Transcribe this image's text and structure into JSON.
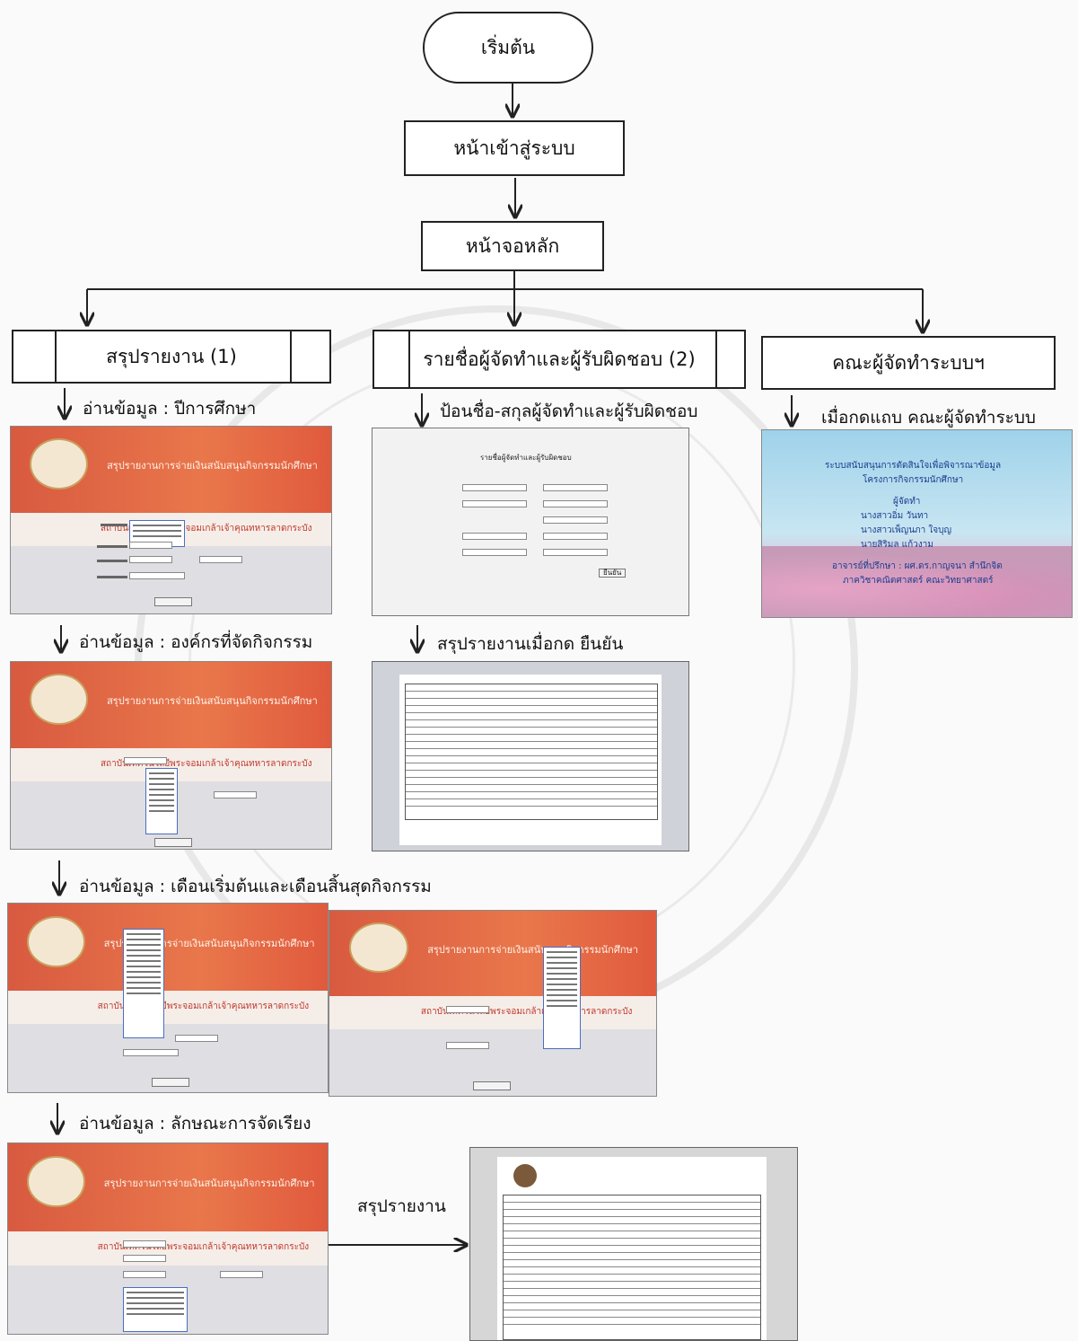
{
  "flow": {
    "start": "เริ่มต้น",
    "login": "หน้าเข้าสู่ระบบ",
    "main": "หน้าจอหลัก",
    "report": "สรุปรายงาน (1)",
    "responsible": "รายชื่อผู้จัดทำและผู้รับผิดชอบ (2)",
    "team": "คณะผู้จัดทำระบบฯ"
  },
  "captions": {
    "read_year": "อ่านข้อมูล : ปีการศึกษา",
    "input_names": "ป้อนชื่อ-สกุลผู้จัดทำและผู้รับผิดชอบ",
    "team_tab": "เมื่อกดแถบ คณะผู้จัดทำระบบ",
    "read_org": "อ่านข้อมูล : องค์กรที่จัดกิจกรรม",
    "confirm_report": "สรุปรายงานเมื่อกด ยืนยัน",
    "read_month": "อ่านข้อมูล : เดือนเริ่มต้นและเดือนสิ้นสุดกิจกรรม",
    "read_type": "อ่านข้อมูล : ลักษณะการจัดเรียง",
    "summary": "สรุปรายงาน"
  },
  "screens": {
    "header_title": "สรุปรายงานการจ่ายเงินสนับสนุนกิจกรรมนักศึกษา",
    "institute": "สถาบันเทคโนโลยีพระจอมเกล้าเจ้าคุณทหารลาดกระบัง",
    "form_title": "รายชื่อผู้จัดทำและผู้รับผิดชอบ",
    "form_button": "ยืนยัน",
    "team_lines": [
      "ระบบสนับสนุนการตัดสินใจเพื่อพิจารณาข้อมูล",
      "โครงการกิจกรรมนักศึกษา",
      "ผู้จัดทำ",
      "นางสาวอิ่ม          วันทา",
      "นางสาวเพ็ญนภา   ใจบุญ",
      "นายสิริมล            แก้วงาม",
      "อาจารย์ที่ปรึกษา : ผศ.ดร.กาญจนา สำนึกจิต",
      "ภาควิชาคณิตศาสตร์ คณะวิทยาศาสตร์"
    ]
  },
  "colors": {
    "header_orange": "#e06a45",
    "institute_red": "#c0392b",
    "team_text_blue": "#1a3d8f"
  }
}
